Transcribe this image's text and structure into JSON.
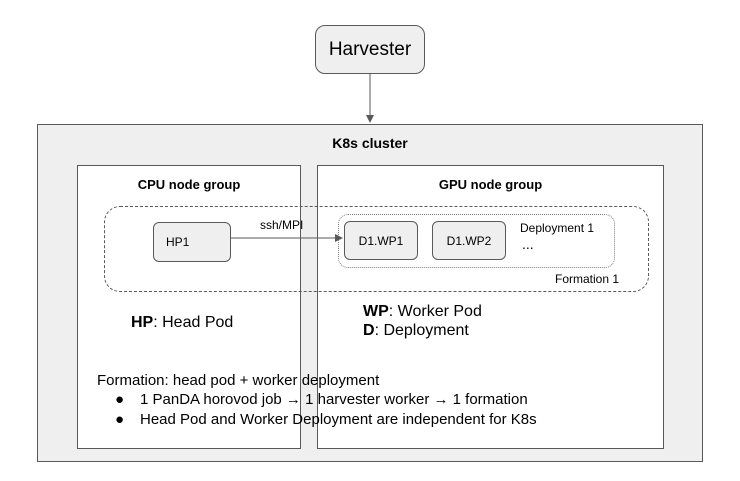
{
  "harvester": {
    "label": "Harvester"
  },
  "cluster": {
    "label": "K8s cluster"
  },
  "cpu_group": {
    "label": "CPU node group"
  },
  "gpu_group": {
    "label": "GPU node group"
  },
  "formation": {
    "label": "Formation 1"
  },
  "deployment": {
    "label": "Deployment 1",
    "more": "..."
  },
  "pods": {
    "head": "HP1",
    "worker1": "D1.WP1",
    "worker2": "D1.WP2"
  },
  "connector": {
    "label": "ssh/MPI"
  },
  "legend": {
    "hp_key": "HP",
    "hp_text": ": Head Pod",
    "wp_key": "WP",
    "wp_text": ": Worker Pod",
    "d_key": "D",
    "d_text": ": Deployment"
  },
  "notes": {
    "title": "Formation: head pod + worker deployment",
    "bullet_symbol": "●",
    "bullets": [
      "1 PanDA horovod job → 1 harvester worker → 1 formation",
      "Head Pod and Worker Deployment are independent for K8s"
    ]
  }
}
